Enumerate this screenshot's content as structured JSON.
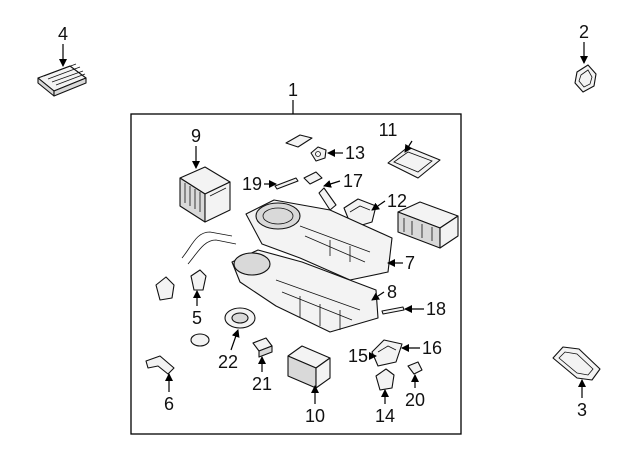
{
  "diagram": {
    "callouts": [
      {
        "id": "1",
        "label": "1"
      },
      {
        "id": "2",
        "label": "2"
      },
      {
        "id": "3",
        "label": "3"
      },
      {
        "id": "4",
        "label": "4"
      },
      {
        "id": "5",
        "label": "5"
      },
      {
        "id": "6",
        "label": "6"
      },
      {
        "id": "7",
        "label": "7"
      },
      {
        "id": "8",
        "label": "8"
      },
      {
        "id": "9",
        "label": "9"
      },
      {
        "id": "10",
        "label": "10"
      },
      {
        "id": "11",
        "label": "11"
      },
      {
        "id": "12",
        "label": "12"
      },
      {
        "id": "13",
        "label": "13"
      },
      {
        "id": "14",
        "label": "14"
      },
      {
        "id": "15",
        "label": "15"
      },
      {
        "id": "16",
        "label": "16"
      },
      {
        "id": "17",
        "label": "17"
      },
      {
        "id": "18",
        "label": "18"
      },
      {
        "id": "19",
        "label": "19"
      },
      {
        "id": "20",
        "label": "20"
      },
      {
        "id": "21",
        "label": "21"
      },
      {
        "id": "22",
        "label": "22"
      }
    ]
  },
  "colors": {
    "line": "#111111",
    "part_fill": "#f3f3f3",
    "part_shade": "#d9d9d9",
    "background": "#ffffff"
  }
}
